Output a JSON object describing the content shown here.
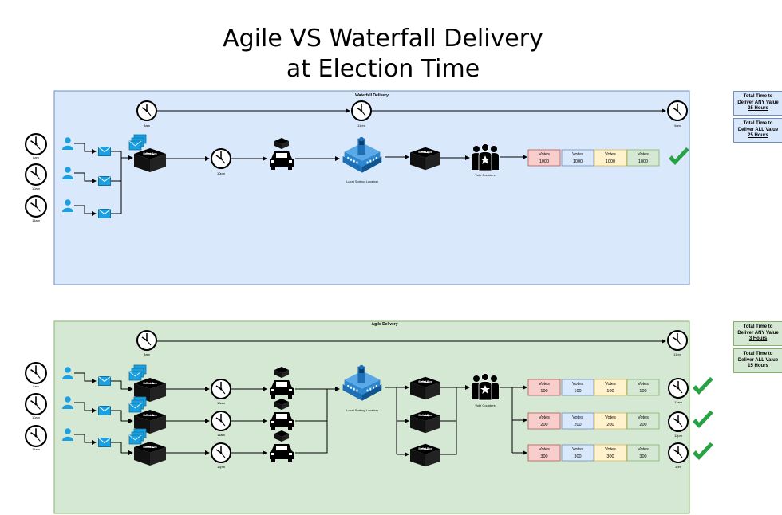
{
  "title": {
    "line1": "Agile VS Waterfall Delivery",
    "line2": "at Election Time"
  },
  "waterfall": {
    "panel_title": "Waterfall Delivery",
    "summary": [
      {
        "text": "Total Time to Deliver ANY Value",
        "value": "25 Hours"
      },
      {
        "text": "Total Time to Deliver ALL Value",
        "value": "25 Hours"
      }
    ],
    "timeline_clocks": [
      "8am",
      "11pm",
      "9am"
    ],
    "voter_clocks": [
      "8am",
      "10am",
      "11am"
    ],
    "ballot_box_label": "Ballot Box",
    "transport_clock": "10pm",
    "sorting_label": "Local Sorting Location",
    "counters_label": "Vote Counters",
    "votes": [
      {
        "label": "Votes",
        "value": "1000"
      },
      {
        "label": "Votes",
        "value": "1000"
      },
      {
        "label": "Votes",
        "value": "1000"
      },
      {
        "label": "Votes",
        "value": "1000"
      }
    ]
  },
  "agile": {
    "panel_title": "Agile Delivery",
    "summary": [
      {
        "text": "Total Time to Deliver ANY Value",
        "value": "3 Hours"
      },
      {
        "text": "Total Time to Deliver ALL Value",
        "value": "15 Hours"
      }
    ],
    "timeline_clocks": [
      "8am",
      "11pm"
    ],
    "voter_clocks": [
      "8am",
      "10am",
      "11am"
    ],
    "ballot_box_label": "Ballot Box",
    "transport_clocks": [
      "10am",
      "11am",
      "12pm"
    ],
    "sorting_label": "Local Sorting Location",
    "counters_label": "Vote Counters",
    "vote_rows": [
      {
        "values": [
          "100",
          "100",
          "100",
          "100"
        ],
        "end_clock": "11am"
      },
      {
        "values": [
          "200",
          "200",
          "200",
          "200"
        ],
        "end_clock": "12pm"
      },
      {
        "values": [
          "300",
          "300",
          "300",
          "300"
        ],
        "end_clock": "3pm"
      }
    ],
    "votes_label": "Votes"
  },
  "colors": {
    "waterfall_panel": "#dae8fc",
    "agile_panel": "#d5e8d4",
    "vote_red": "#f8cecc",
    "vote_blue": "#dae8fc",
    "vote_yellow": "#fff2cc",
    "vote_green": "#d5e8d4",
    "check": "#27a345",
    "voter": "#1ba1e2",
    "building": "#1e6fb5"
  },
  "icons": [
    "clock-icon",
    "voter-icon",
    "envelope-icon",
    "ballot-box-icon",
    "car-icon",
    "building-icon",
    "vote-counters-icon",
    "checkmark-icon"
  ]
}
